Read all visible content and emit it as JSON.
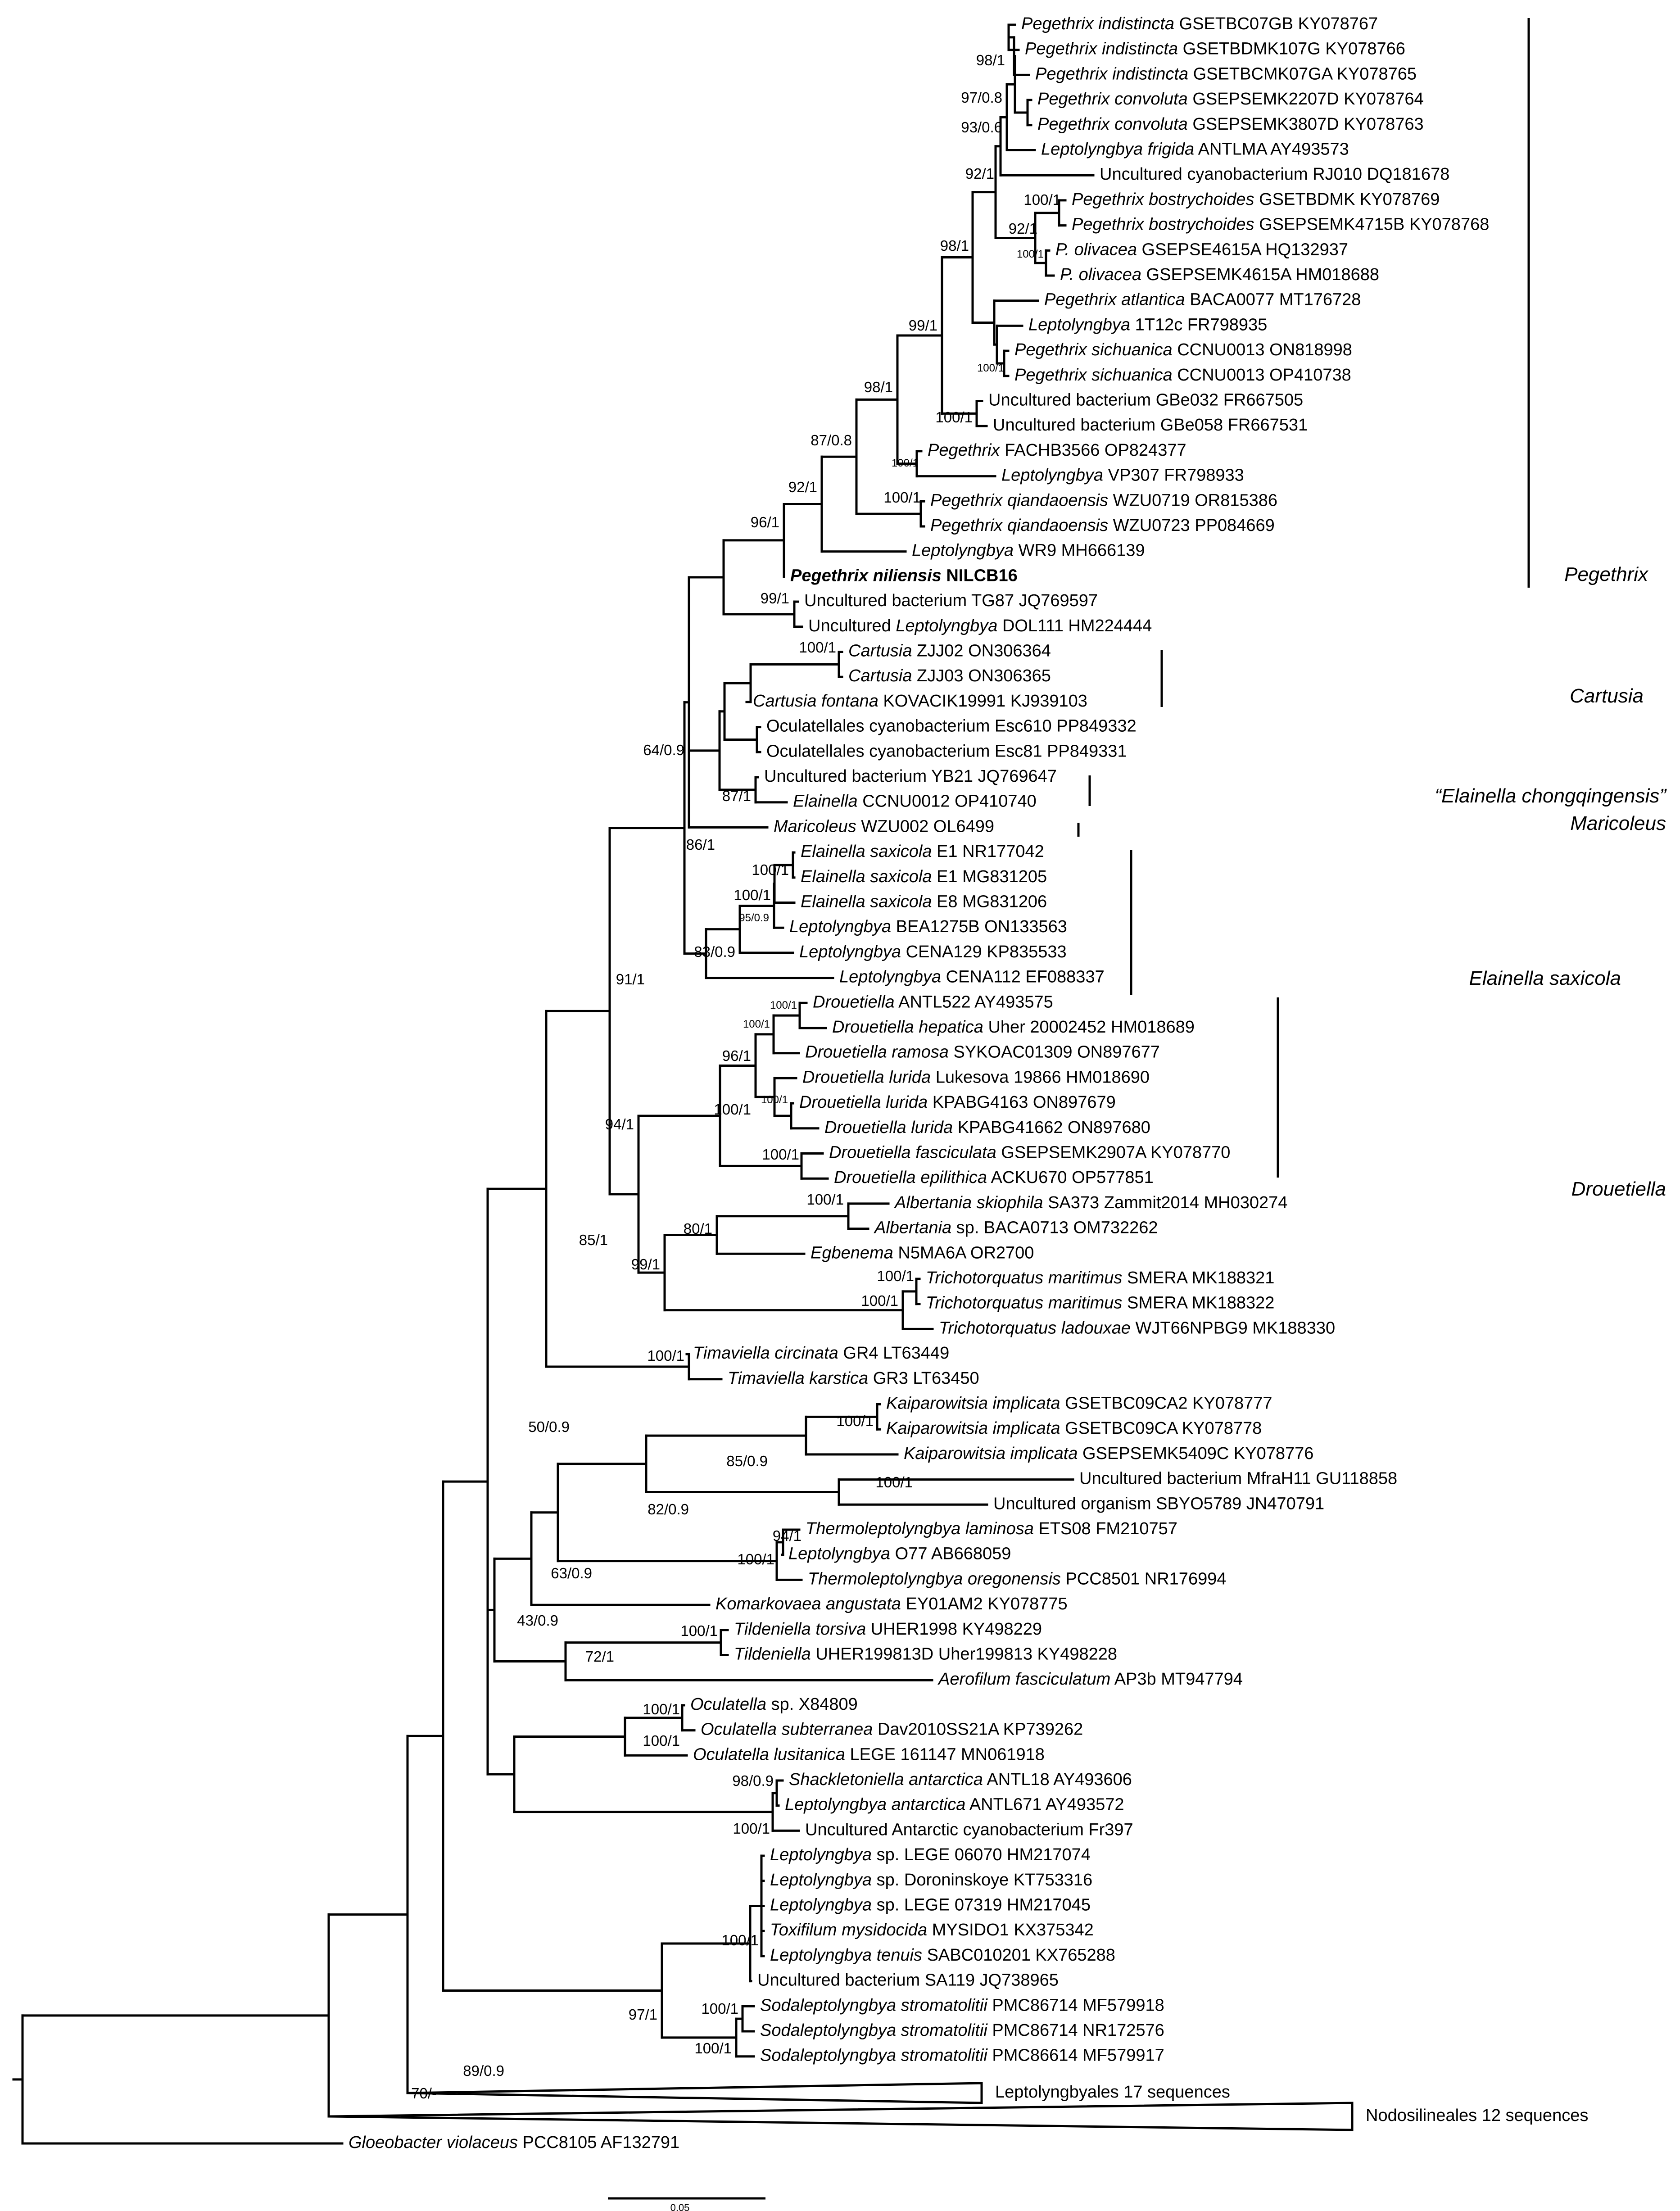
{
  "tips": [
    {
      "id": "t1",
      "parts": [
        {
          "t": "Pegethrix indistincta",
          "i": true
        },
        {
          "t": " GSETBC07GB KY078767"
        }
      ]
    },
    {
      "id": "t2",
      "parts": [
        {
          "t": "Pegethrix indistincta",
          "i": true
        },
        {
          "t": " GSETBDMK107G KY078766"
        }
      ]
    },
    {
      "id": "t3",
      "parts": [
        {
          "t": "Pegethrix indistincta",
          "i": true
        },
        {
          "t": " GSETBCMK07GA KY078765"
        }
      ]
    },
    {
      "id": "t4",
      "parts": [
        {
          "t": "Pegethrix convoluta",
          "i": true
        },
        {
          "t": " GSEPSEMK2207D KY078764"
        }
      ]
    },
    {
      "id": "t5",
      "parts": [
        {
          "t": "Pegethrix convoluta",
          "i": true
        },
        {
          "t": " GSEPSEMK3807D KY078763"
        }
      ]
    },
    {
      "id": "t6",
      "parts": [
        {
          "t": "Leptolyngbya frigida",
          "i": true
        },
        {
          "t": " ANTLMA AY493573"
        }
      ]
    },
    {
      "id": "t7",
      "parts": [
        {
          "t": "Uncultured cyanobacterium RJ010 DQ181678"
        }
      ]
    },
    {
      "id": "t8",
      "parts": [
        {
          "t": "Pegethrix bostrychoides",
          "i": true
        },
        {
          "t": " GSETBDMK KY078769"
        }
      ]
    },
    {
      "id": "t9",
      "parts": [
        {
          "t": "Pegethrix bostrychoides",
          "i": true
        },
        {
          "t": " GSEPSEMK4715B KY078768"
        }
      ]
    },
    {
      "id": "t10",
      "parts": [
        {
          "t": "P. olivacea",
          "i": true
        },
        {
          "t": " GSEPSE4615A HQ132937"
        }
      ]
    },
    {
      "id": "t11",
      "parts": [
        {
          "t": "P. olivacea",
          "i": true
        },
        {
          "t": " GSEPSEMK4615A HM018688"
        }
      ]
    },
    {
      "id": "t12",
      "parts": [
        {
          "t": "Pegethrix atlantica",
          "i": true
        },
        {
          "t": " BACA0077 MT176728"
        }
      ]
    },
    {
      "id": "t13",
      "parts": [
        {
          "t": "Leptolyngbya",
          "i": true
        },
        {
          "t": " 1T12c FR798935"
        }
      ]
    },
    {
      "id": "t14",
      "parts": [
        {
          "t": "Pegethrix sichuanica",
          "i": true
        },
        {
          "t": " CCNU0013 ON818998"
        }
      ]
    },
    {
      "id": "t15",
      "parts": [
        {
          "t": "Pegethrix sichuanica",
          "i": true
        },
        {
          "t": " CCNU0013 OP410738"
        }
      ]
    },
    {
      "id": "t16",
      "parts": [
        {
          "t": "Uncultured bacterium GBe032 FR667505"
        }
      ]
    },
    {
      "id": "t17",
      "parts": [
        {
          "t": "Uncultured bacterium GBe058 FR667531"
        }
      ]
    },
    {
      "id": "t18",
      "parts": [
        {
          "t": "Pegethrix",
          "i": true
        },
        {
          "t": " FACHB3566 OP824377"
        }
      ]
    },
    {
      "id": "t19",
      "parts": [
        {
          "t": "Leptolyngbya",
          "i": true
        },
        {
          "t": " VP307 FR798933"
        }
      ]
    },
    {
      "id": "t20",
      "parts": [
        {
          "t": "Pegethrix qiandaoensis",
          "i": true
        },
        {
          "t": " WZU0719 OR815386"
        }
      ]
    },
    {
      "id": "t21",
      "parts": [
        {
          "t": "Pegethrix qiandaoensis",
          "i": true
        },
        {
          "t": " WZU0723 PP084669"
        }
      ]
    },
    {
      "id": "t22",
      "parts": [
        {
          "t": "Leptolyngbya",
          "i": true
        },
        {
          "t": " WR9 MH666139"
        }
      ]
    },
    {
      "id": "t23",
      "bold": true,
      "parts": [
        {
          "t": "Pegethrix niliensis",
          "i": true
        },
        {
          "t": " NILCB16"
        }
      ]
    },
    {
      "id": "t24",
      "parts": [
        {
          "t": "Uncultured bacterium TG87 JQ769597"
        }
      ]
    },
    {
      "id": "t25",
      "parts": [
        {
          "t": "Uncultured "
        },
        {
          "t": "Leptolyngbya",
          "i": true
        },
        {
          "t": " DOL111 HM224444"
        }
      ]
    },
    {
      "id": "t26",
      "parts": [
        {
          "t": "Cartusia",
          "i": true
        },
        {
          "t": " ZJJ02 ON306364"
        }
      ]
    },
    {
      "id": "t27",
      "parts": [
        {
          "t": "Cartusia",
          "i": true
        },
        {
          "t": " ZJJ03 ON306365"
        }
      ]
    },
    {
      "id": "t28",
      "parts": [
        {
          "t": "Cartusia fontana",
          "i": true
        },
        {
          "t": " KOVACIK19991 KJ939103"
        }
      ]
    },
    {
      "id": "t29",
      "parts": [
        {
          "t": "Oculatellales cyanobacterium Esc610 PP849332"
        }
      ]
    },
    {
      "id": "t30",
      "parts": [
        {
          "t": "Oculatellales cyanobacterium Esc81 PP849331"
        }
      ]
    },
    {
      "id": "t31",
      "parts": [
        {
          "t": "Uncultured bacterium YB21 JQ769647"
        }
      ]
    },
    {
      "id": "t32",
      "parts": [
        {
          "t": "Elainella",
          "i": true
        },
        {
          "t": " CCNU0012 OP410740"
        }
      ]
    },
    {
      "id": "t33",
      "parts": [
        {
          "t": "Maricoleus",
          "i": true
        },
        {
          "t": " WZU002 OL6499"
        }
      ]
    },
    {
      "id": "t34",
      "parts": [
        {
          "t": "Elainella saxicola",
          "i": true
        },
        {
          "t": " E1 NR177042"
        }
      ]
    },
    {
      "id": "t35",
      "parts": [
        {
          "t": "Elainella saxicola",
          "i": true
        },
        {
          "t": " E1 MG831205"
        }
      ]
    },
    {
      "id": "t36",
      "parts": [
        {
          "t": "Elainella saxicola",
          "i": true
        },
        {
          "t": " E8 MG831206"
        }
      ]
    },
    {
      "id": "t37",
      "parts": [
        {
          "t": "Leptolyngbya",
          "i": true
        },
        {
          "t": " BEA1275B ON133563"
        }
      ]
    },
    {
      "id": "t38",
      "parts": [
        {
          "t": "Leptolyngbya",
          "i": true
        },
        {
          "t": " CENA129 KP835533"
        }
      ]
    },
    {
      "id": "t39",
      "parts": [
        {
          "t": "Leptolyngbya",
          "i": true
        },
        {
          "t": " CENA112 EF088337"
        }
      ]
    },
    {
      "id": "t40",
      "parts": [
        {
          "t": "Drouetiella",
          "i": true
        },
        {
          "t": " ANTL522 AY493575"
        }
      ]
    },
    {
      "id": "t41",
      "parts": [
        {
          "t": "Drouetiella hepatica",
          "i": true
        },
        {
          "t": " Uher 20002452 HM018689"
        }
      ]
    },
    {
      "id": "t42",
      "parts": [
        {
          "t": "Drouetiella ramosa",
          "i": true
        },
        {
          "t": " SYKOAC01309 ON897677"
        }
      ]
    },
    {
      "id": "t43",
      "parts": [
        {
          "t": "Drouetiella lurida",
          "i": true
        },
        {
          "t": " Lukesova 19866 HM018690"
        }
      ]
    },
    {
      "id": "t44",
      "parts": [
        {
          "t": "Drouetiella lurida",
          "i": true
        },
        {
          "t": " KPABG4163 ON897679"
        }
      ]
    },
    {
      "id": "t45",
      "parts": [
        {
          "t": "Drouetiella lurida",
          "i": true
        },
        {
          "t": " KPABG41662 ON897680"
        }
      ]
    },
    {
      "id": "t46",
      "parts": [
        {
          "t": "Drouetiella fasciculata",
          "i": true
        },
        {
          "t": " GSEPSEMK2907A KY078770"
        }
      ]
    },
    {
      "id": "t47",
      "parts": [
        {
          "t": "Drouetiella epilithica",
          "i": true
        },
        {
          "t": " ACKU670 OP577851"
        }
      ]
    },
    {
      "id": "t48",
      "parts": [
        {
          "t": "Albertania skiophila",
          "i": true
        },
        {
          "t": " SA373 Zammit2014 MH030274"
        }
      ]
    },
    {
      "id": "t49",
      "parts": [
        {
          "t": "Albertania",
          "i": true
        },
        {
          "t": " sp. BACA0713 OM732262"
        }
      ]
    },
    {
      "id": "t50",
      "parts": [
        {
          "t": "Egbenema",
          "i": true
        },
        {
          "t": " N5MA6A OR2700"
        }
      ]
    },
    {
      "id": "t51",
      "parts": [
        {
          "t": "Trichotorquatus maritimus",
          "i": true
        },
        {
          "t": " SMERA MK188321"
        }
      ]
    },
    {
      "id": "t52",
      "parts": [
        {
          "t": "Trichotorquatus maritimus",
          "i": true
        },
        {
          "t": " SMERA MK188322"
        }
      ]
    },
    {
      "id": "t53",
      "parts": [
        {
          "t": "Trichotorquatus ladouxae",
          "i": true
        },
        {
          "t": " WJT66NPBG9 MK188330"
        }
      ]
    },
    {
      "id": "t54",
      "parts": [
        {
          "t": "Timaviella circinata",
          "i": true
        },
        {
          "t": " GR4 LT63449"
        }
      ]
    },
    {
      "id": "t55",
      "parts": [
        {
          "t": "Timaviella karstica",
          "i": true
        },
        {
          "t": " GR3 LT63450"
        }
      ]
    },
    {
      "id": "t56",
      "parts": [
        {
          "t": "Kaiparowitsia implicata",
          "i": true
        },
        {
          "t": " GSETBC09CA2 KY078777"
        }
      ]
    },
    {
      "id": "t57",
      "parts": [
        {
          "t": "Kaiparowitsia implicata",
          "i": true
        },
        {
          "t": " GSETBC09CA KY078778"
        }
      ]
    },
    {
      "id": "t58",
      "parts": [
        {
          "t": "Kaiparowitsia implicata",
          "i": true
        },
        {
          "t": " GSEPSEMK5409C KY078776"
        }
      ]
    },
    {
      "id": "t59",
      "parts": [
        {
          "t": "Uncultured bacterium MfraH11 GU118858"
        }
      ]
    },
    {
      "id": "t60",
      "parts": [
        {
          "t": "Uncultured organism SBYO5789 JN470791"
        }
      ]
    },
    {
      "id": "t61",
      "parts": [
        {
          "t": "Thermoleptolyngbya laminosa",
          "i": true
        },
        {
          "t": " ETS08 FM210757"
        }
      ]
    },
    {
      "id": "t62",
      "parts": [
        {
          "t": "Leptolyngbya",
          "i": true
        },
        {
          "t": " O77 AB668059"
        }
      ]
    },
    {
      "id": "t63",
      "parts": [
        {
          "t": "Thermoleptolyngbya oregonensis",
          "i": true
        },
        {
          "t": " PCC8501 NR176994"
        }
      ]
    },
    {
      "id": "t64",
      "parts": [
        {
          "t": "Komarkovaea angustata",
          "i": true
        },
        {
          "t": " EY01AM2 KY078775"
        }
      ]
    },
    {
      "id": "t65",
      "parts": [
        {
          "t": "Tildeniella torsiva",
          "i": true
        },
        {
          "t": " UHER1998 KY498229"
        }
      ]
    },
    {
      "id": "t66",
      "parts": [
        {
          "t": "Tildeniella",
          "i": true
        },
        {
          "t": " UHER199813D Uher199813 KY498228"
        }
      ]
    },
    {
      "id": "t67",
      "parts": [
        {
          "t": "Aerofilum fasciculatum",
          "i": true
        },
        {
          "t": " AP3b MT947794"
        }
      ]
    },
    {
      "id": "t68",
      "parts": [
        {
          "t": "Oculatella",
          "i": true
        },
        {
          "t": " sp. X84809"
        }
      ]
    },
    {
      "id": "t69",
      "parts": [
        {
          "t": "Oculatella subterranea",
          "i": true
        },
        {
          "t": " Dav2010SS21A KP739262"
        }
      ]
    },
    {
      "id": "t70",
      "parts": [
        {
          "t": "Oculatella lusitanica",
          "i": true
        },
        {
          "t": " LEGE 161147 MN061918"
        }
      ]
    },
    {
      "id": "t71",
      "parts": [
        {
          "t": "Shackletoniella antarctica",
          "i": true
        },
        {
          "t": " ANTL18 AY493606"
        }
      ]
    },
    {
      "id": "t72",
      "parts": [
        {
          "t": "Leptolyngbya antarctica",
          "i": true
        },
        {
          "t": " ANTL671 AY493572"
        }
      ]
    },
    {
      "id": "t73",
      "parts": [
        {
          "t": "Uncultured Antarctic cyanobacterium Fr397"
        }
      ]
    },
    {
      "id": "t74",
      "parts": [
        {
          "t": "Leptolyngbya",
          "i": true
        },
        {
          "t": " sp. LEGE 06070 HM217074"
        }
      ]
    },
    {
      "id": "t75",
      "parts": [
        {
          "t": "Leptolyngbya",
          "i": true
        },
        {
          "t": " sp. Doroninskoye KT753316"
        }
      ]
    },
    {
      "id": "t76",
      "parts": [
        {
          "t": "Leptolyngbya",
          "i": true
        },
        {
          "t": " sp. LEGE 07319 HM217045"
        }
      ]
    },
    {
      "id": "t77",
      "parts": [
        {
          "t": "Toxifilum mysidocida",
          "i": true
        },
        {
          "t": " MYSIDO1 KX375342"
        }
      ]
    },
    {
      "id": "t78",
      "parts": [
        {
          "t": "Leptolyngbya tenuis",
          "i": true
        },
        {
          "t": " SABC010201 KX765288"
        }
      ]
    },
    {
      "id": "t79",
      "parts": [
        {
          "t": "Uncultured bacterium SA119 JQ738965"
        }
      ]
    },
    {
      "id": "t80",
      "parts": [
        {
          "t": "Sodaleptolyngbya stromatolitii",
          "i": true
        },
        {
          "t": " PMC86714 MF579918"
        }
      ]
    },
    {
      "id": "t81",
      "parts": [
        {
          "t": "Sodaleptolyngbya stromatolitii",
          "i": true
        },
        {
          "t": " PMC86714 NR172576"
        }
      ]
    },
    {
      "id": "t82",
      "parts": [
        {
          "t": "Sodaleptolyngbya stromatolitii",
          "i": true
        },
        {
          "t": " PMC86614 MF579917"
        }
      ]
    },
    {
      "id": "t83",
      "parts": [
        {
          "t": "Leptolyngbyales 17 sequences"
        }
      ]
    },
    {
      "id": "t84",
      "parts": [
        {
          "t": "Nodosilineales 12 sequences"
        }
      ]
    },
    {
      "id": "t85",
      "parts": [
        {
          "t": "Gloeobacter violaceus",
          "i": true
        },
        {
          "t": " PCC8105 AF132791"
        }
      ]
    }
  ],
  "supports": [
    {
      "id": "s1",
      "t": "98/1"
    },
    {
      "id": "s2",
      "t": "97/0.8"
    },
    {
      "id": "s3",
      "t": "93/0.6"
    },
    {
      "id": "s4",
      "t": "92/1"
    },
    {
      "id": "s5",
      "t": "100/1"
    },
    {
      "id": "s6",
      "t": "92/1"
    },
    {
      "id": "s7",
      "t": "100/1",
      "small": true
    },
    {
      "id": "s8",
      "t": "98/1"
    },
    {
      "id": "s9",
      "t": "100/1",
      "small": true
    },
    {
      "id": "s10",
      "t": "99/1"
    },
    {
      "id": "s11",
      "t": "98/1"
    },
    {
      "id": "s12",
      "t": "100/1"
    },
    {
      "id": "s13",
      "t": "87/0.8"
    },
    {
      "id": "s14",
      "t": "100/1",
      "small": true
    },
    {
      "id": "s15",
      "t": "92/1"
    },
    {
      "id": "s16",
      "t": "100/1"
    },
    {
      "id": "s17",
      "t": "96/1"
    },
    {
      "id": "s18",
      "t": "99/1"
    },
    {
      "id": "s19",
      "t": "100/1"
    },
    {
      "id": "s20",
      "t": "64/0.9"
    },
    {
      "id": "s21",
      "t": "87/1"
    },
    {
      "id": "s22",
      "t": "86/1"
    },
    {
      "id": "s23",
      "t": "100/1"
    },
    {
      "id": "s24",
      "t": "100/1"
    },
    {
      "id": "s25",
      "t": "95/0.9",
      "small": true
    },
    {
      "id": "s26",
      "t": "83/0.9"
    },
    {
      "id": "s27",
      "t": "91/1"
    },
    {
      "id": "s28",
      "t": "100/1",
      "small": true
    },
    {
      "id": "s29",
      "t": "100/1",
      "small": true
    },
    {
      "id": "s30",
      "t": "96/1"
    },
    {
      "id": "s31",
      "t": "100/1",
      "small": true
    },
    {
      "id": "s32",
      "t": "100/1"
    },
    {
      "id": "s33",
      "t": "100/1"
    },
    {
      "id": "s34",
      "t": "94/1"
    },
    {
      "id": "s35",
      "t": "100/1"
    },
    {
      "id": "s36",
      "t": "80/1"
    },
    {
      "id": "s37",
      "t": "99/1"
    },
    {
      "id": "s38",
      "t": "100/1"
    },
    {
      "id": "s39",
      "t": "100/1"
    },
    {
      "id": "s40",
      "t": "85/1"
    },
    {
      "id": "s41",
      "t": "100/1"
    },
    {
      "id": "s42",
      "t": "50/0.9"
    },
    {
      "id": "s43",
      "t": "100/1"
    },
    {
      "id": "s44",
      "t": "85/0.9"
    },
    {
      "id": "s45",
      "t": "100/1"
    },
    {
      "id": "s46",
      "t": "82/0.9"
    },
    {
      "id": "s47",
      "t": "94/1"
    },
    {
      "id": "s48",
      "t": "100/1"
    },
    {
      "id": "s49",
      "t": "63/0.9"
    },
    {
      "id": "s50",
      "t": "43/0.9"
    },
    {
      "id": "s51",
      "t": "100/1"
    },
    {
      "id": "s52",
      "t": "72/1"
    },
    {
      "id": "s53",
      "t": "100/1"
    },
    {
      "id": "s54",
      "t": "100/1"
    },
    {
      "id": "s55",
      "t": "98/0.9"
    },
    {
      "id": "s56",
      "t": "100/1"
    },
    {
      "id": "s57",
      "t": "100/1"
    },
    {
      "id": "s58",
      "t": "97/1"
    },
    {
      "id": "s59",
      "t": "100/1"
    },
    {
      "id": "s60",
      "t": "100/1"
    },
    {
      "id": "s61",
      "t": "89/0.9"
    },
    {
      "id": "s62",
      "t": "70/-"
    }
  ],
  "clades": [
    {
      "id": "c1",
      "label": "Pegethrix"
    },
    {
      "id": "c2",
      "label": "Cartusia"
    },
    {
      "id": "c3",
      "label": "“Elainella chongqingensis”"
    },
    {
      "id": "c4",
      "label": "Maricoleus"
    },
    {
      "id": "c5",
      "label": "Elainella saxicola"
    },
    {
      "id": "c6",
      "label": "Drouetiella"
    }
  ],
  "scale_bar": {
    "label": "0.05"
  }
}
